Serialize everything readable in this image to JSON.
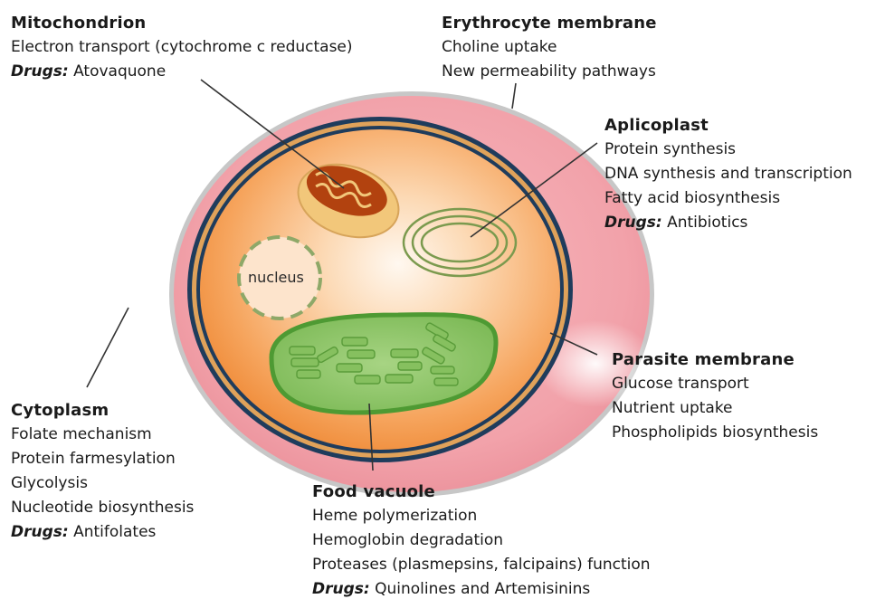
{
  "labels": {
    "mitochondrion": {
      "title": "Mitochondrion",
      "lines": [
        "Electron transport (cytochrome c reductase)"
      ],
      "drug_prefix": "Drugs:",
      "drug": " Atovaquone"
    },
    "erythrocyte": {
      "title": "Erythrocyte membrane",
      "lines": [
        "Choline uptake",
        "New permeability pathways"
      ]
    },
    "aplicoplast": {
      "title": "Aplicoplast",
      "lines": [
        "Protein synthesis",
        "DNA synthesis and transcription",
        "Fatty acid biosynthesis"
      ],
      "drug_prefix": "Drugs:",
      "drug": " Antibiotics"
    },
    "parasite": {
      "title": "Parasite membrane",
      "lines": [
        "Glucose transport",
        "Nutrient uptake",
        "Phospholipids biosynthesis"
      ]
    },
    "cytoplasm": {
      "title": "Cytoplasm",
      "lines": [
        "Folate mechanism",
        "Protein farmesylation",
        "Glycolysis",
        "Nucleotide biosynthesis"
      ],
      "drug_prefix": "Drugs:",
      "drug": " Antifolates"
    },
    "food_vacuole": {
      "title": "Food vacuole",
      "lines": [
        "Heme polymerization",
        "Hemoglobin degradation",
        "Proteases (plasmepsins, falcipains) function"
      ],
      "drug_prefix": "Drugs:",
      "drug": " Quinolines and Artemisinins"
    },
    "nucleus": "nucleus"
  },
  "colors": {
    "erythrocyte_fill": "#f3a3ab",
    "erythrocyte_edge": "#b5b5b5",
    "parasite_fill": "#f5a058",
    "parasite_ring_dark": "#1f3c5c",
    "parasite_ring_gold": "#e0a25a",
    "mito_outer": "#f2c77a",
    "mito_inner": "#b2420f",
    "vacuole_fill": "#7fbc5a",
    "vacuole_edge": "#4e9a33",
    "nucleus_edge": "#8ea868",
    "plastid_edge": "#7b9a4e",
    "leader_line": "#333333"
  }
}
